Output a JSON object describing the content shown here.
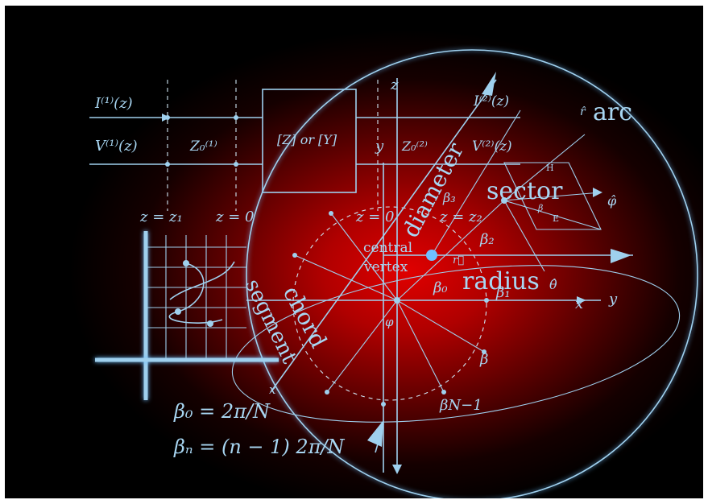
{
  "labels": {
    "i1": "I⁽¹⁾(z)",
    "v1": "V⁽¹⁾(z)",
    "z01": "Z₀⁽¹⁾",
    "zy": "[Z] or [Y]",
    "i2": "I⁽²⁾(z)",
    "v2": "V⁽²⁾(z)",
    "z02": "Z₀⁽²⁾",
    "z_axis": "z",
    "y_axis": "y",
    "y_axis2": "y",
    "x_axis": "x",
    "x_axis2": "x",
    "z_eq_z1": "z = z₁",
    "z_eq_0_left": "z = 0",
    "z_eq_0_mid": "z = 0",
    "z_eq_z2": "z = z₂",
    "arc": "arc",
    "sector": "sector",
    "diameter": "diameter",
    "radius": "radius",
    "chord": "chord",
    "segment": "segment",
    "central": "central",
    "vertex": "vertex",
    "beta0": "β₀",
    "beta1": "β₁",
    "beta2": "β₂",
    "beta3": "β₃",
    "betaN": "β",
    "betaNm1": "βN−1",
    "phi": "φ",
    "phi_hat": "φ̂",
    "theta_hat": "θ̂",
    "r_hat": "r̂",
    "r_vec": "r⃗",
    "H": "H",
    "E": "E",
    "beta_small": "β",
    "eq1": "β₀ = 2π/N",
    "eq2": "βₙ = (n − 1) 2π/N"
  }
}
